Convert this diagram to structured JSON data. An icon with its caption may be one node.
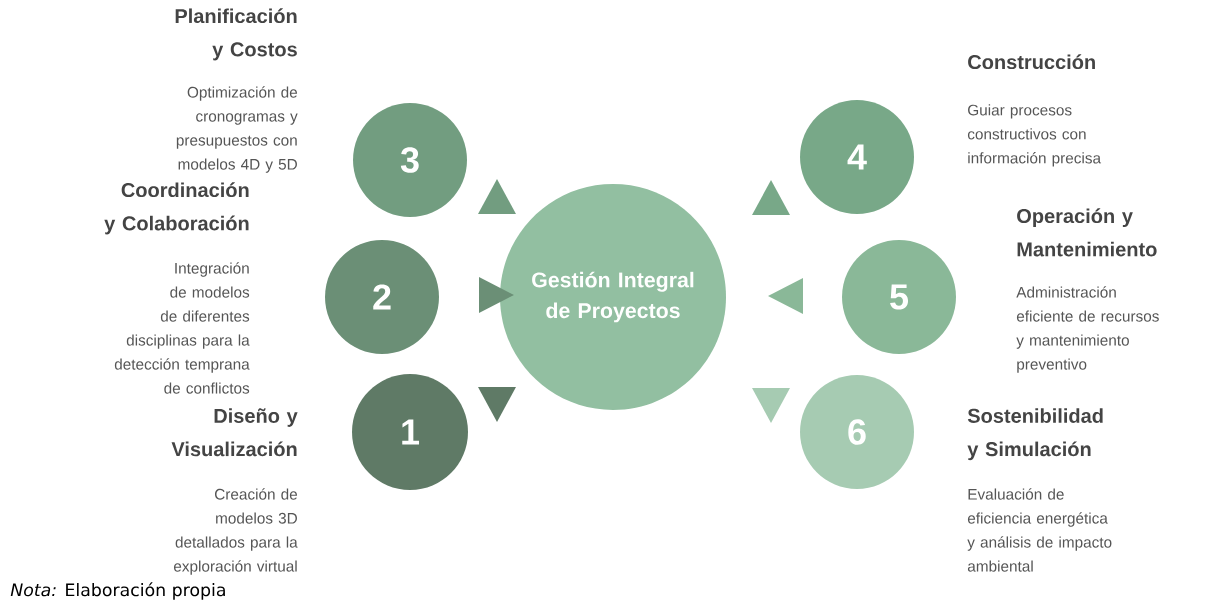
{
  "diagram": {
    "caption": "*Nota:* Elaboración propia",
    "nodes": [
      {
        "text": [
          "Gestión Integral de Proyectos"
        ]
      },
      {
        "text": [
          "1"
        ],
        "beside": [
          "Diseño y Visualización",
          "Creación de modelos 3D detallados para la exploración virtual"
        ]
      },
      {
        "text": [
          "2"
        ],
        "beside": [
          "Coordinación y Colaboración",
          "Integración de modelos de diferentes disciplinas para la detección temprana de conflictos"
        ]
      },
      {
        "text": [
          "3"
        ],
        "beside": [
          "Planificación y Costos",
          "Optimización de cronogramas y presupuestos con modelos 4D y 5D"
        ]
      },
      {
        "text": [
          "4"
        ],
        "beside": [
          "Construcción",
          "Guiar procesos constructivos con información precisa"
        ]
      },
      {
        "text": [
          "5"
        ],
        "beside": [
          "Operación y Mantenimiento",
          "Administración eficiente de recursos y mantenimiento preventivo"
        ]
      },
      {
        "text": [
          "6"
        ],
        "beside": [
          "Sostenibilidad y Simulación",
          "Evaluación de eficiencia energética y análisis de impacto ambiental"
        ]
      }
    ],
    "edges": [
      {
        "from": 1,
        "to": 0,
        "arrow": "both",
        "color": "#5f7a66"
      },
      {
        "from": 2,
        "to": 0,
        "arrow": "to",
        "color": "#6b8f76"
      },
      {
        "from": 3,
        "to": 0,
        "arrow": "both",
        "color": "#729d80"
      },
      {
        "from": 4,
        "to": 0,
        "arrow": "both",
        "color": "#78a888"
      },
      {
        "from": 5,
        "to": 0,
        "arrow": "to",
        "color": "#8ab898"
      },
      {
        "from": 6,
        "to": 0,
        "arrow": "both",
        "color": "#a6cbb2"
      }
    ]
  }
}
